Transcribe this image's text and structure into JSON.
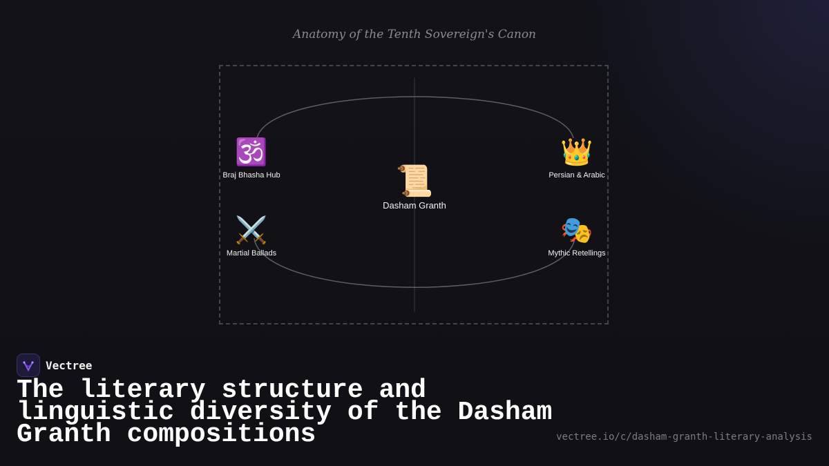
{
  "diagram": {
    "title": "Anatomy of the Tenth Sovereign's Canon",
    "center": {
      "label": "Dasham Granth",
      "icon": "scroll-icon",
      "emoji": "📜"
    },
    "nodes": [
      {
        "label": "Braj Bhasha Hub",
        "icon": "om-icon",
        "emoji": "🕉️"
      },
      {
        "label": "Persian & Arabic",
        "icon": "crown-icon",
        "emoji": "👑"
      },
      {
        "label": "Martial Ballads",
        "icon": "crossed-swords-icon",
        "emoji": "⚔️"
      },
      {
        "label": "Mythic Retellings",
        "icon": "theater-masks-icon",
        "emoji": "🎭"
      }
    ]
  },
  "footer": {
    "brand": "Vectree",
    "headline": "The literary structure and linguistic diversity of the Dasham Granth compositions",
    "url": "vectree.io/c/dasham-granth-literary-analysis"
  },
  "colors": {
    "background": "#111117",
    "accent": "#7b4fd6"
  }
}
